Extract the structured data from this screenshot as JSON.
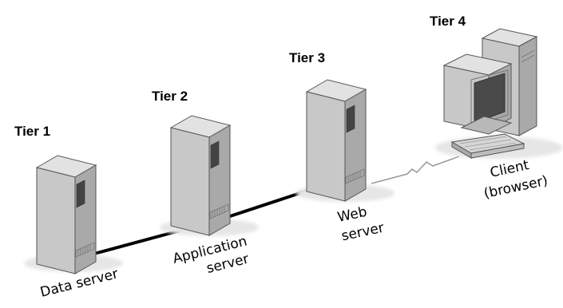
{
  "tiers": [
    {
      "id": "tier-1",
      "label": "Tier 1",
      "caption_lines": [
        "Data server"
      ],
      "device": "server-tower"
    },
    {
      "id": "tier-2",
      "label": "Tier 2",
      "caption_lines": [
        "Application",
        "server"
      ],
      "device": "server-tower"
    },
    {
      "id": "tier-3",
      "label": "Tier 3",
      "caption_lines": [
        "Web",
        "server"
      ],
      "device": "server-tower"
    },
    {
      "id": "tier-4",
      "label": "Tier 4",
      "caption_lines": [
        "Client",
        "(browser)"
      ],
      "device": "desktop-computer"
    }
  ],
  "connections": [
    {
      "from": "tier-1",
      "to": "tier-2",
      "kind": "wired"
    },
    {
      "from": "tier-2",
      "to": "tier-3",
      "kind": "wired"
    },
    {
      "from": "tier-3",
      "to": "tier-4",
      "kind": "network-lightning"
    }
  ],
  "colors": {
    "device_body": "#c8c8c8",
    "device_side": "#a9a9a9",
    "device_outline": "#555555",
    "screen": "#4a4a4a",
    "shadow": "#e6e6e6",
    "wire": "#000000",
    "network_link": "#9a9a9a"
  }
}
